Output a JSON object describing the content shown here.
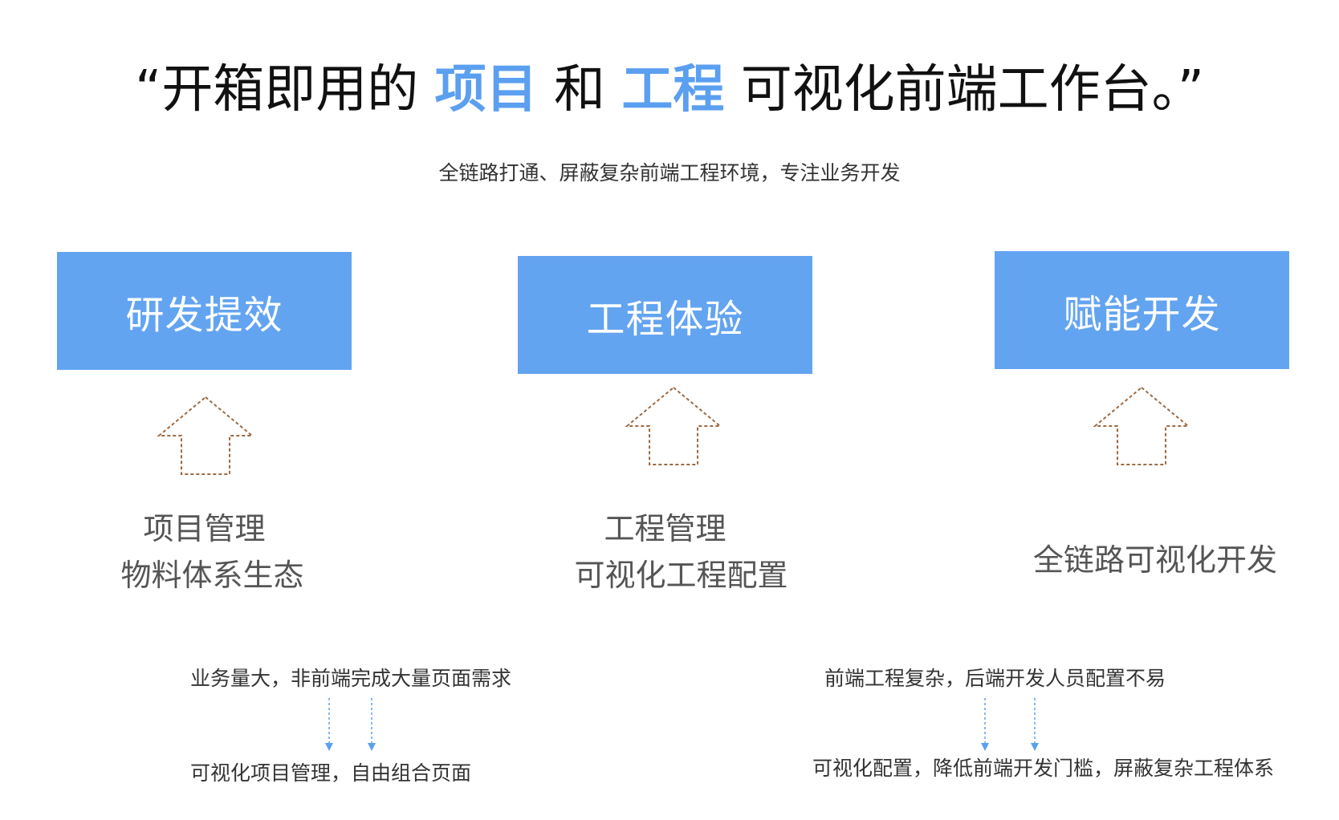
{
  "headline": {
    "open_quote": "“",
    "part1": "开箱即用的 ",
    "highlight1": "项目",
    "part2": " 和 ",
    "highlight2": "工程",
    "part3": " 可视化前端工作台。",
    "close_quote": "”"
  },
  "subtitle": "全链路打通、屏蔽复杂前端工程环境，专注业务开发",
  "columns": [
    {
      "box_label": "研发提效",
      "line1": "项目管理",
      "line2": "物料体系生态"
    },
    {
      "box_label": "工程体验",
      "line1": "工程管理",
      "line2": "可视化工程配置"
    },
    {
      "box_label": "赋能开发",
      "line1": "全链路可视化开发"
    }
  ],
  "notes": {
    "left": {
      "problem": "业务量大，非前端完成大量页面需求",
      "solution": "可视化项目管理，自由组合页面"
    },
    "right": {
      "problem": "前端工程复杂，后端开发人员配置不易",
      "solution": "可视化配置，降低前端开发门槛，屏蔽复杂工程体系"
    }
  },
  "colors": {
    "accent": "#5b9ff0",
    "box": "#63a4f1",
    "arrow_outline": "#9c6a43",
    "flow_arrow": "#5b9ff0"
  }
}
